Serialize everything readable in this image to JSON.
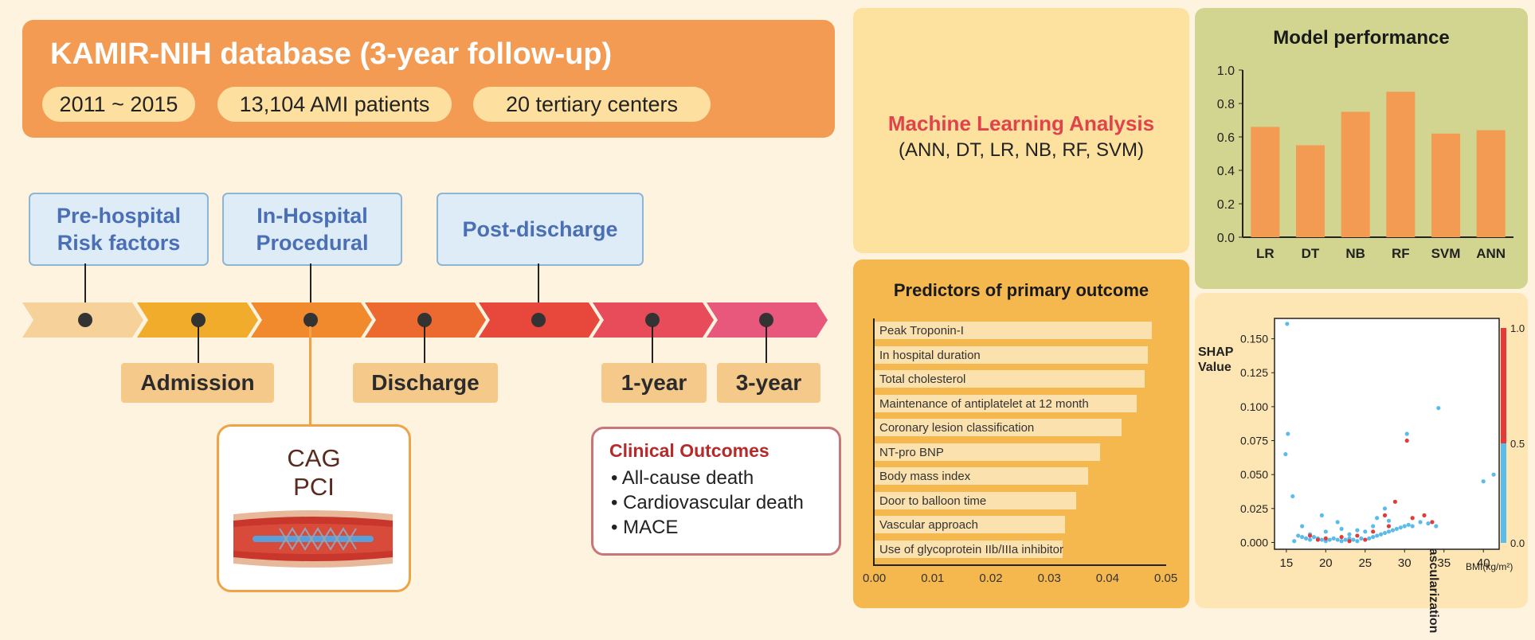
{
  "header": {
    "title": "KAMIR-NIH database (3-year follow-up)",
    "pills": [
      "2011 ~ 2015",
      "13,104 AMI patients",
      "20 tertiary centers"
    ]
  },
  "timeline": {
    "stages": [
      {
        "label": "Pre-hospital\nRisk factors"
      },
      {
        "label": "In-Hospital\nProcedural"
      },
      {
        "label": "Post-discharge"
      }
    ],
    "points": [
      "Admission",
      "Discharge",
      "1-year",
      "3-year"
    ],
    "segment_colors": [
      "#f7d19a",
      "#f2ac2c",
      "#f08a2c",
      "#ec6a2f",
      "#e8473b",
      "#e84c5a",
      "#e8587c"
    ]
  },
  "cag": {
    "line1": "CAG",
    "line2": "PCI"
  },
  "clinical": {
    "title": "Clinical Outcomes",
    "items": [
      "All-cause death",
      "Cardiovascular death",
      "MACE"
    ]
  },
  "ml": {
    "title": "Machine Learning Analysis",
    "subtitle": "(ANN, DT, LR, NB, RF, SVM)"
  },
  "predictors": {
    "title": "Predictors of primary outcome",
    "chart_data": {
      "type": "bar",
      "orientation": "horizontal",
      "categories": [
        "Peak Troponin-I",
        "In hospital duration",
        "Total cholesterol",
        "Maintenance of antiplatelet at 12 month",
        "Coronary lesion classification",
        "NT-pro BNP",
        "Body mass index",
        "Door to balloon time",
        "Vascular approach",
        "Use of glycoprotein IIb/IIIa inhibitor"
      ],
      "values": [
        0.0475,
        0.0468,
        0.0463,
        0.045,
        0.0424,
        0.0386,
        0.0366,
        0.0346,
        0.0326,
        0.0322
      ],
      "xlim": [
        0,
        0.05
      ],
      "xticks": [
        "0.00",
        "0.01",
        "0.02",
        "0.03",
        "0.04",
        "0.05"
      ]
    }
  },
  "model_performance": {
    "title": "Model performance",
    "chart_data": {
      "type": "bar",
      "categories": [
        "LR",
        "DT",
        "NB",
        "RF",
        "SVM",
        "ANN"
      ],
      "values": [
        0.66,
        0.55,
        0.75,
        0.87,
        0.62,
        0.64
      ],
      "ylim": [
        0,
        1
      ],
      "yticks": [
        "0.0",
        "0.2",
        "0.4",
        "0.6",
        "0.8",
        "1.0"
      ]
    }
  },
  "shap": {
    "title": "SHAP Analysis",
    "ylabel_line1": "SHAP",
    "ylabel_line2": "Value",
    "xlabel": "BMI(kg/m²)",
    "colorbar_label": "Previous revascularization",
    "colorbar_ticks": [
      "1.0",
      "0.5",
      "0.0"
    ],
    "colors": {
      "low": "#5bbcea",
      "high": "#e23b3b"
    },
    "chart_data": {
      "type": "scatter",
      "xticks": [
        "15",
        "20",
        "25",
        "30",
        "35",
        "40"
      ],
      "yticks": [
        "0.000",
        "0.025",
        "0.050",
        "0.075",
        "0.100",
        "0.125",
        "0.150"
      ],
      "xlim": [
        13.5,
        42
      ],
      "ylim": [
        -0.005,
        0.165
      ],
      "points_high": [
        [
          30.3,
          0.075
        ],
        [
          28.8,
          0.03
        ],
        [
          27.5,
          0.02
        ],
        [
          18,
          0.005
        ],
        [
          20,
          0.003
        ],
        [
          22,
          0.004
        ],
        [
          24,
          0.005
        ],
        [
          26,
          0.008
        ],
        [
          28,
          0.012
        ],
        [
          31,
          0.018
        ],
        [
          32.5,
          0.02
        ],
        [
          33.5,
          0.015
        ],
        [
          19,
          0.002
        ],
        [
          23,
          0.001
        ],
        [
          25,
          0.002
        ]
      ],
      "points_low": [
        [
          15.1,
          0.161
        ],
        [
          15.2,
          0.08
        ],
        [
          14.9,
          0.065
        ],
        [
          15.8,
          0.034
        ],
        [
          30.3,
          0.08
        ],
        [
          34.3,
          0.099
        ],
        [
          40,
          0.045
        ],
        [
          41.3,
          0.05
        ],
        [
          16.5,
          0.005
        ],
        [
          17,
          0.004
        ],
        [
          17.5,
          0.003
        ],
        [
          18,
          0.002
        ],
        [
          18.5,
          0.004
        ],
        [
          19,
          0.003
        ],
        [
          19.5,
          0.002
        ],
        [
          20,
          0.001
        ],
        [
          20.5,
          0.002
        ],
        [
          21,
          0.003
        ],
        [
          21.5,
          0.002
        ],
        [
          22,
          0.001
        ],
        [
          22.5,
          0.002
        ],
        [
          23,
          0.003
        ],
        [
          23.5,
          0.002
        ],
        [
          24,
          0.001
        ],
        [
          24.5,
          0.003
        ],
        [
          25,
          0.002
        ],
        [
          25.5,
          0.003
        ],
        [
          26,
          0.004
        ],
        [
          26.5,
          0.005
        ],
        [
          27,
          0.006
        ],
        [
          27.5,
          0.007
        ],
        [
          28,
          0.008
        ],
        [
          28.5,
          0.009
        ],
        [
          29,
          0.01
        ],
        [
          29.5,
          0.011
        ],
        [
          30,
          0.012
        ],
        [
          30.5,
          0.013
        ],
        [
          31,
          0.012
        ],
        [
          32,
          0.015
        ],
        [
          33,
          0.014
        ],
        [
          34,
          0.012
        ],
        [
          19.5,
          0.02
        ],
        [
          21.5,
          0.015
        ],
        [
          26.5,
          0.018
        ],
        [
          27.5,
          0.025
        ],
        [
          17,
          0.012
        ],
        [
          23,
          0.006
        ],
        [
          25,
          0.008
        ],
        [
          16,
          0.001
        ],
        [
          18,
          0.006
        ],
        [
          20,
          0.008
        ],
        [
          22,
          0.01
        ],
        [
          24,
          0.009
        ],
        [
          26,
          0.012
        ],
        [
          28,
          0.016
        ]
      ]
    }
  }
}
